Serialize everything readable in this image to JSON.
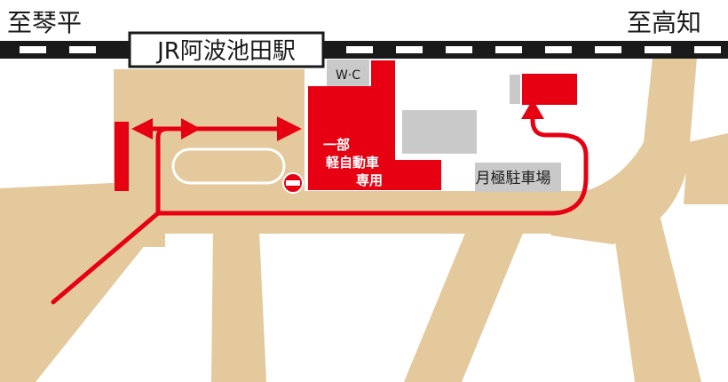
{
  "map": {
    "direction_left": "至琴平",
    "direction_right": "至高知",
    "station_name": "JR阿波池田駅",
    "wc_label": "W·C",
    "parking_main_line1": "一部",
    "parking_main_line2": "軽自動車",
    "parking_main_line3": "専用",
    "monthly_parking_label": "月極駐車場",
    "colors": {
      "road": "#e3c99c",
      "parking_red": "#e60012",
      "building_gray": "#c9c9c9",
      "rail": "#1a1a1a",
      "route_red": "#e60012"
    }
  }
}
